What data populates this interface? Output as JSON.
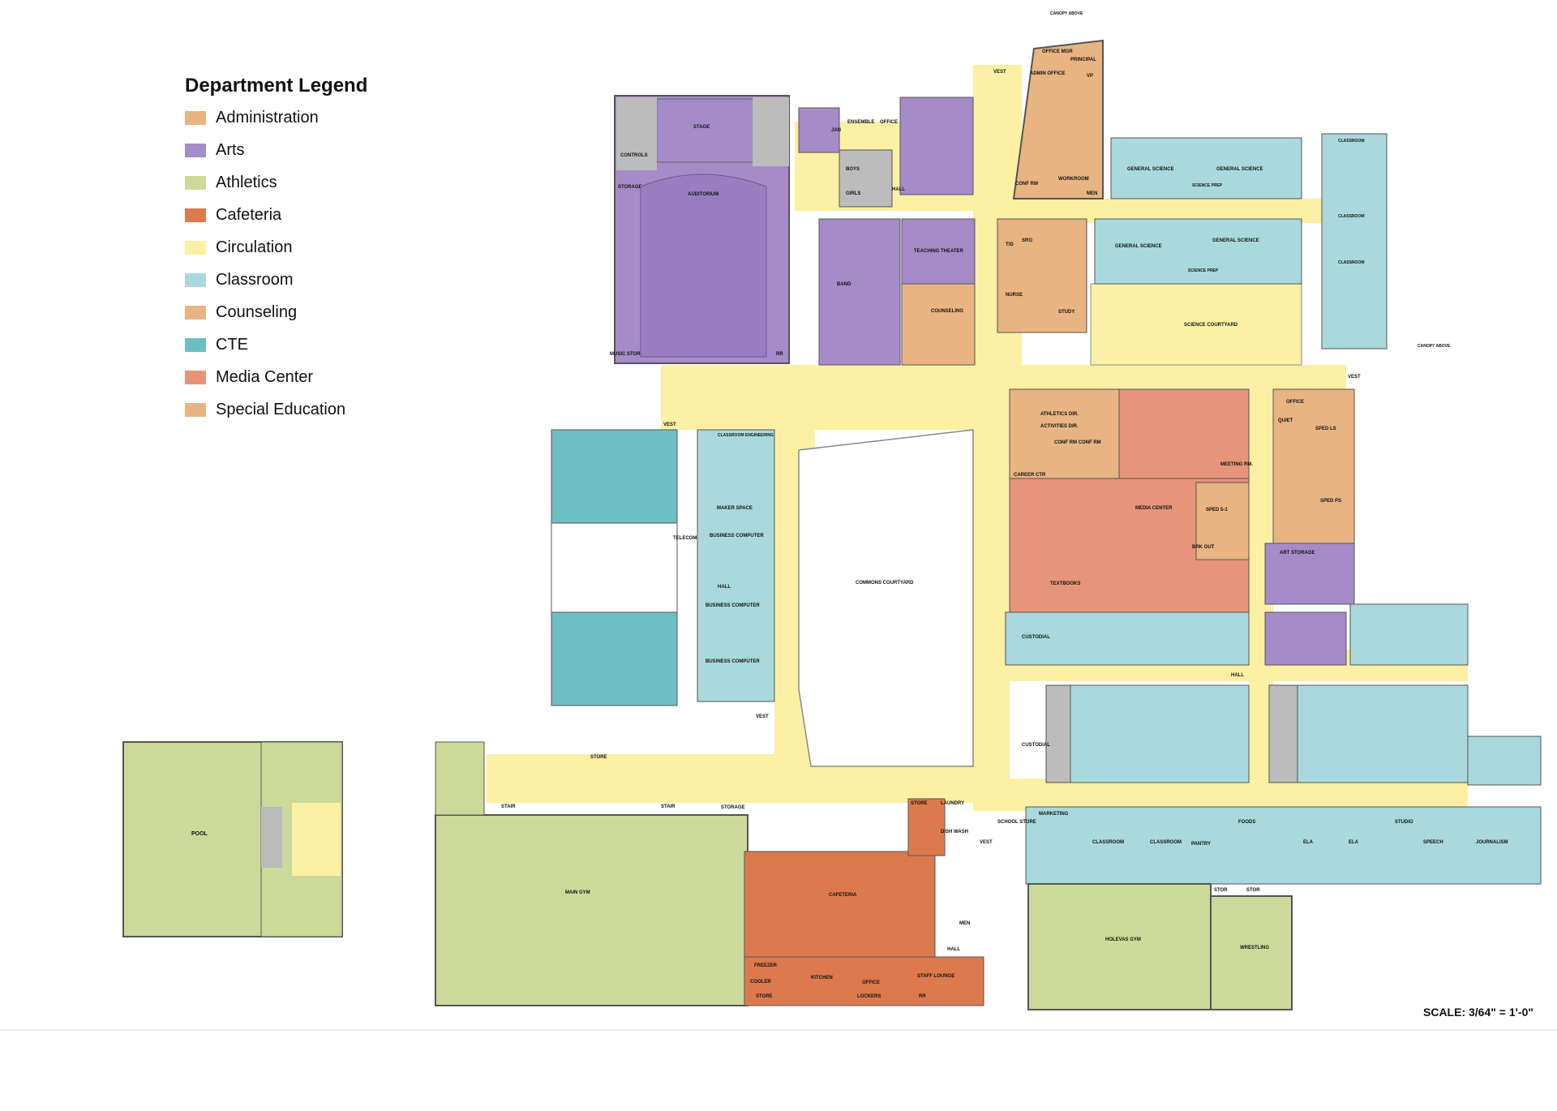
{
  "legend": {
    "title": "Department Legend",
    "items": [
      {
        "label": "Administration",
        "color": "#e8b482"
      },
      {
        "label": "Arts",
        "color": "#a58cc8"
      },
      {
        "label": "Athletics",
        "color": "#cdd99a"
      },
      {
        "label": "Cafeteria",
        "color": "#dc7a4e"
      },
      {
        "label": "Circulation",
        "color": "#fbf0a3"
      },
      {
        "label": "Classroom",
        "color": "#a9d9dc"
      },
      {
        "label": "Counseling",
        "color": "#e8b482"
      },
      {
        "label": "CTE",
        "color": "#6cc0c4"
      },
      {
        "label": "Media Center",
        "color": "#e6957a"
      },
      {
        "label": "Special Education",
        "color": "#e8b482"
      }
    ]
  },
  "scale": "SCALE: 3/64\" = 1'-0\"",
  "rooms": {
    "stage": "STAGE",
    "auditorium": "AUDITORIUM",
    "controls": "CONTROLS",
    "storage": "STORAGE",
    "music_stor": "MUSIC STOR",
    "rr": "RR",
    "ensemble": "ENSEMBLE",
    "office": "OFFICE",
    "jan": "JAN",
    "boys": "BOYS",
    "girls": "GIRLS",
    "hall": "HALL",
    "band": "BAND",
    "teaching_theater": "TEACHING THEATER",
    "counseling": "COUNSELING",
    "vest": "VEST",
    "canopy_above": "CANOPY ABOVE",
    "office_mgr": "OFFICE MGR",
    "principal": "PRINCIPAL",
    "admin_office": "ADMIN OFFICE",
    "vp": "VP",
    "workroom": "WORKROOM",
    "conf_rm": "CONF RM",
    "men": "MEN",
    "general_science": "GENERAL SCIENCE",
    "science_prep": "SCIENCE PREP",
    "classroom": "CLASSROOM",
    "td": "T/D",
    "sro": "SRO",
    "nurse": "NURSE",
    "study": "STUDY",
    "science_courtyard": "SCIENCE COURTYARD",
    "athletics_dir": "ATHLETICS DIR.",
    "activities_dir": "ACTIVITIES DIR.",
    "conf_rm2": "CONF RM CONF RM",
    "career_ctr": "CAREER CTR",
    "meeting_rm": "MEETING RM.",
    "media_center": "MEDIA CENTER",
    "sped_51": "SPED 5-1",
    "brk_out": "BRK OUT",
    "textbooks": "TEXTBOOKS",
    "sped_ls": "SPED LS",
    "quiet": "QUIET",
    "sped_ps": "SPED PS",
    "art_storage": "ART STORAGE",
    "custodial": "CUSTODIAL",
    "classroom_engineering": "CLASSROOM ENGINEERING",
    "maker_space": "MAKER SPACE",
    "business_computer": "BUSINESS COMPUTER",
    "telecom": "TELECOM",
    "commons_courtyard": "COMMONS COURTYARD",
    "store": "STORE",
    "stair": "STAIR",
    "pool": "POOL",
    "main_gym": "MAIN GYM",
    "laundry": "LAUNDRY",
    "dish_wash": "DISH WASH",
    "cafeteria": "CAFETERIA",
    "freezer": "FREEZER",
    "cooler": "COOLER",
    "kitchen": "KITCHEN",
    "lockers": "LOCKERS",
    "staff_lounge": "STAFF LOUNGE",
    "school_store": "SCHOOL STORE",
    "marketing": "MARKETING",
    "pantry": "PANTRY",
    "foods": "FOODS",
    "ela": "ELA",
    "studio": "STUDIO",
    "speech": "SPEECH",
    "journalism": "JOURNALISM",
    "stor": "STOR",
    "holevas_gym": "HOLEVAS GYM",
    "wrestling": "WRESTLING"
  }
}
